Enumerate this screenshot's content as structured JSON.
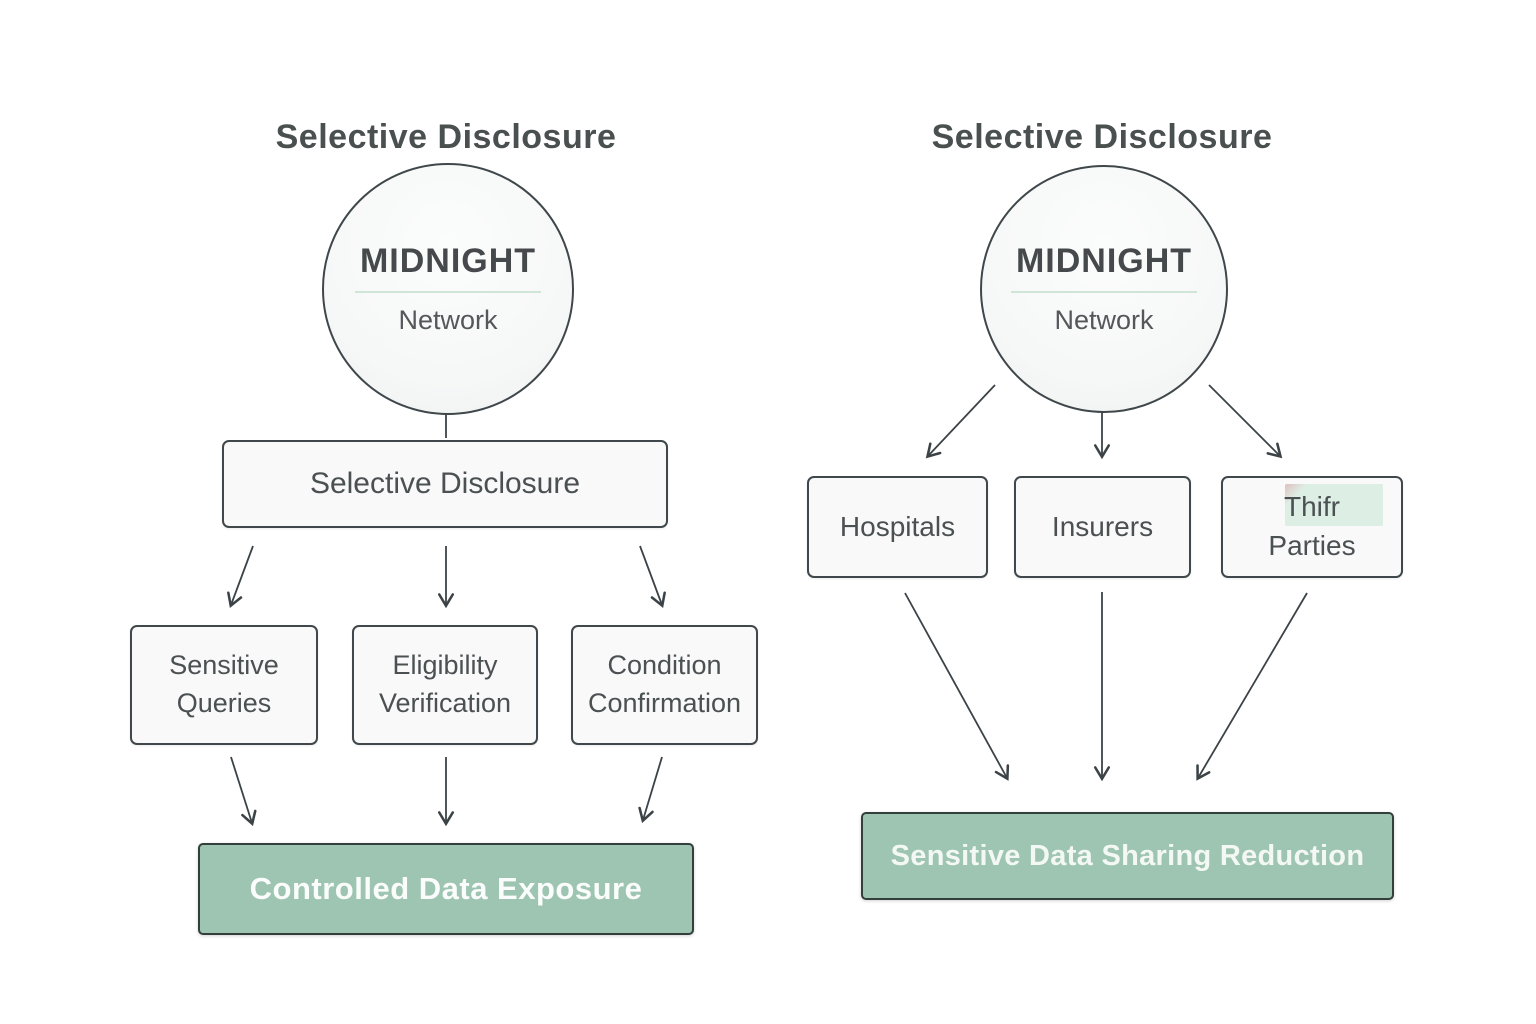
{
  "palette": {
    "background": "#ffffff",
    "text_dark": "#4a4f50",
    "border_dark": "#40484c",
    "node_fill": "#f8f9f8",
    "accent_green": "#9ec5b2",
    "accent_green_border": "#333f3c",
    "mint_underline": "#cfe5da",
    "mint_highlight": "#ddeee4",
    "outcome_text": "#fbfdfc"
  },
  "left_diagram": {
    "title": "Selective Disclosure",
    "hub": {
      "name": "MIDNIGHT",
      "subtitle": "Network"
    },
    "process_box": "Selective Disclosure",
    "children": [
      "Sensitive Queries",
      "Eligibility Verification",
      "Condition Confirmation"
    ],
    "outcome": "Controlled Data Exposure"
  },
  "right_diagram": {
    "title": "Selective Disclosure",
    "hub": {
      "name": "MIDNIGHT",
      "subtitle": "Network"
    },
    "children": [
      {
        "label": "Hospitals"
      },
      {
        "label": "Insurers"
      },
      {
        "label_line1": "Thifr",
        "label_line2": "Parties"
      }
    ],
    "outcome": "Sensitive Data Sharing Reduction"
  }
}
